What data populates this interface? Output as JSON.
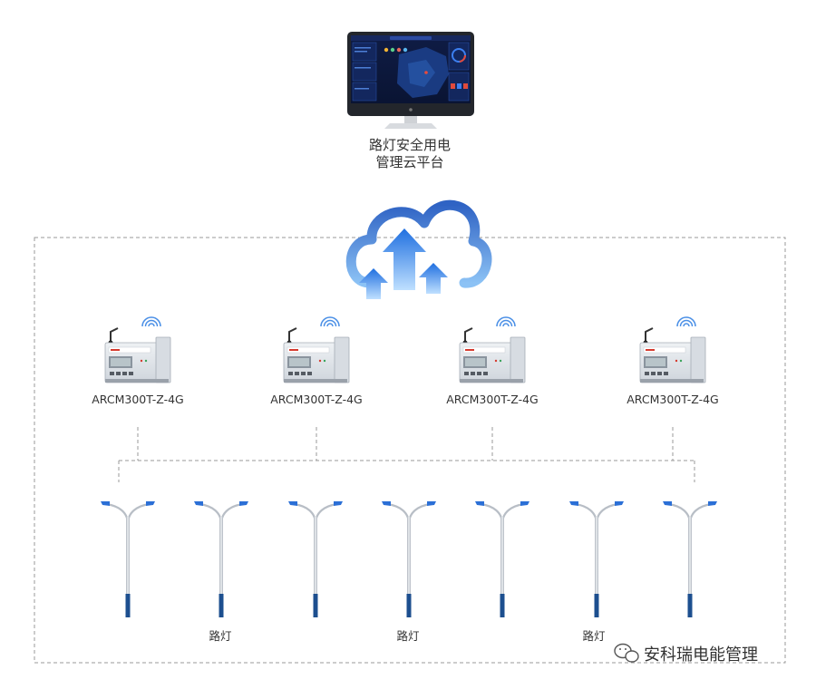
{
  "platform": {
    "title_line1": "路灯安全用电",
    "title_line2": "管理云平台"
  },
  "devices": [
    {
      "label": "ARCM300T-Z-4G"
    },
    {
      "label": "ARCM300T-Z-4G"
    },
    {
      "label": "ARCM300T-Z-4G"
    },
    {
      "label": "ARCM300T-Z-4G"
    }
  ],
  "streetlights": {
    "count": 7,
    "labels": [
      "路灯",
      "路灯",
      "路灯"
    ]
  },
  "watermark": {
    "text": "安科瑞电能管理"
  },
  "colors": {
    "cloud": "#4a8fe6",
    "arrow": "#3b86f0",
    "pole": "#c9ced6",
    "pole_base": "#1d4f8f",
    "dash": "#999999",
    "device_body": "#dfe3e8",
    "monitor_frame": "#23262c"
  }
}
